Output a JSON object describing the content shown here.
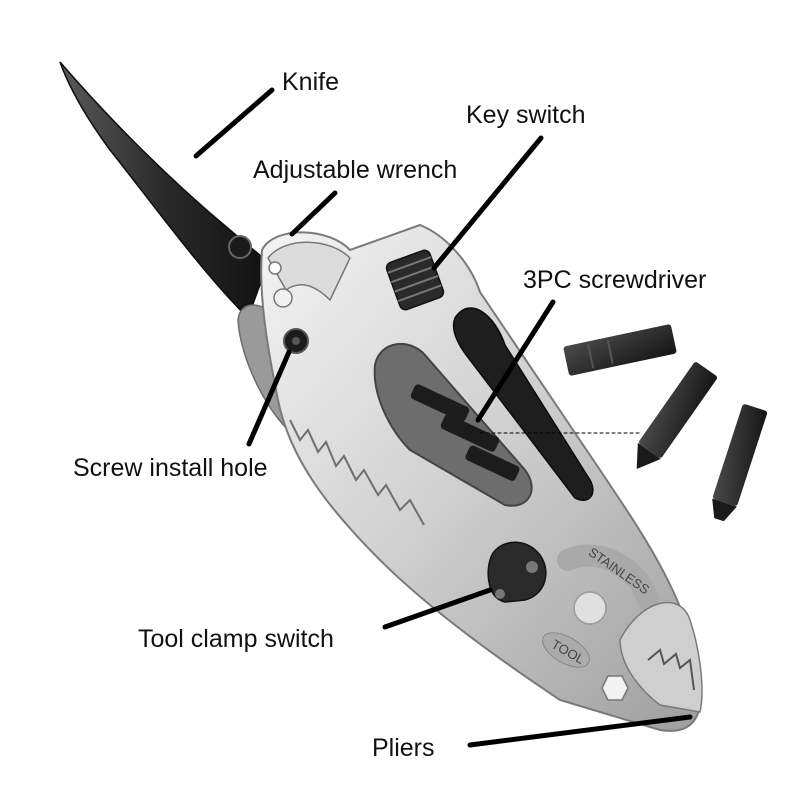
{
  "callouts": {
    "knife": "Knife",
    "key_switch": "Key switch",
    "adjustable_wrench": "Adjustable wrench",
    "screwdriver": "3PC screwdriver",
    "screw_install_hole": "Screw install hole",
    "tool_clamp_switch": "Tool clamp switch",
    "pliers": "Pliers"
  },
  "engraving": {
    "brand": "STAINLESS",
    "word": "TOOL"
  },
  "colors": {
    "background": "#ffffff",
    "steel_light": "#e6e6e6",
    "steel_mid": "#bdbdbd",
    "steel_dark": "#8a8a8a",
    "blade": "#2b2b2b",
    "bit": "#1f1f1f",
    "leader_line": "#000000"
  }
}
